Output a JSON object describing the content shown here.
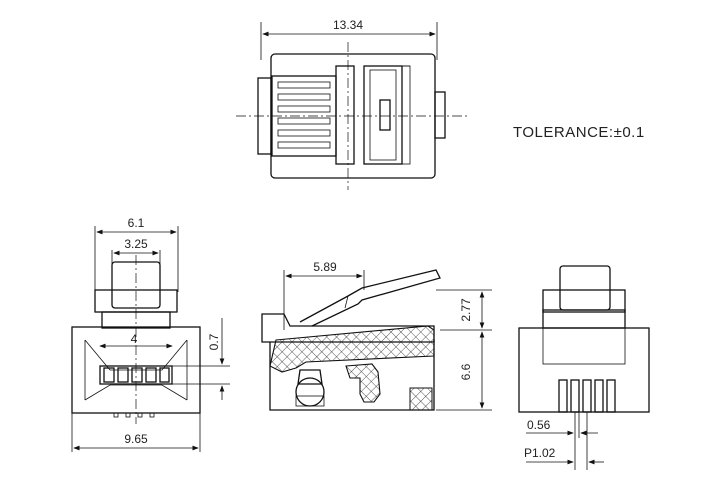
{
  "tolerance_note": "TOLERANCE:±0.1",
  "dimensions": {
    "top_width": "13.34",
    "front_width_outer": "6.1",
    "front_width_inner": "3.25",
    "front_width_4": "4",
    "front_height_07": "0.7",
    "front_base": "9.65",
    "side_length": "5.89",
    "side_height_277": "2.77",
    "side_height_66": "6.6",
    "rear_pin_width": "0.56",
    "rear_pitch": "P1.02"
  },
  "colors": {
    "line": "#111111",
    "background": "#ffffff"
  }
}
